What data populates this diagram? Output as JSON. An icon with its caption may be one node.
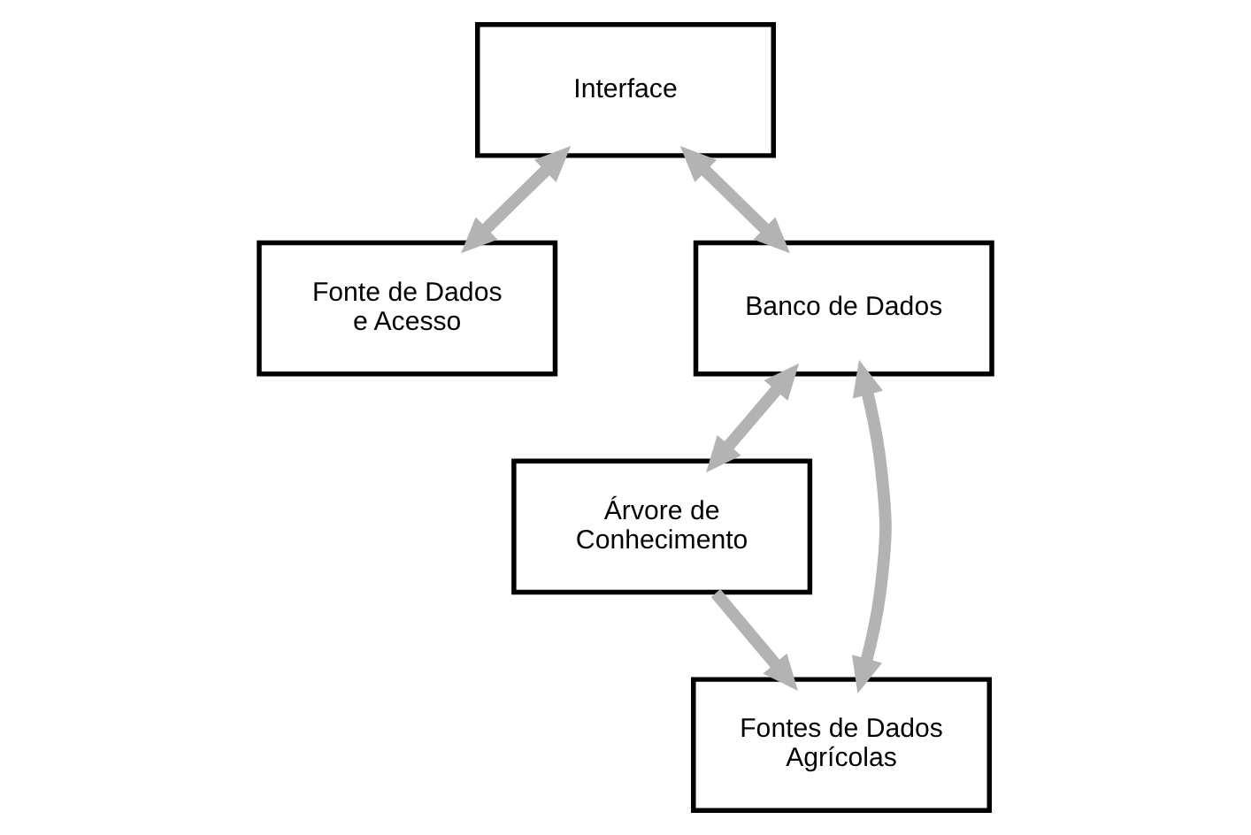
{
  "diagram": {
    "nodes": [
      {
        "text": [
          "Interface"
        ]
      },
      {
        "text": [
          "Fonte de Dados e Acesso"
        ]
      },
      {
        "text": [
          "Banco de Dados"
        ]
      },
      {
        "text": [
          "Árvore de Conhecimento"
        ]
      },
      {
        "text": [
          "Fontes de Dados Agrícolas"
        ]
      }
    ],
    "edges": [
      {
        "from": 0,
        "to": 1,
        "arrow": "both"
      },
      {
        "from": 0,
        "to": 2,
        "arrow": "both"
      },
      {
        "from": 2,
        "to": 3,
        "arrow": "both"
      },
      {
        "from": 2,
        "to": 4,
        "arrow": "both"
      },
      {
        "from": 3,
        "to": 4,
        "arrow": "to"
      }
    ]
  }
}
